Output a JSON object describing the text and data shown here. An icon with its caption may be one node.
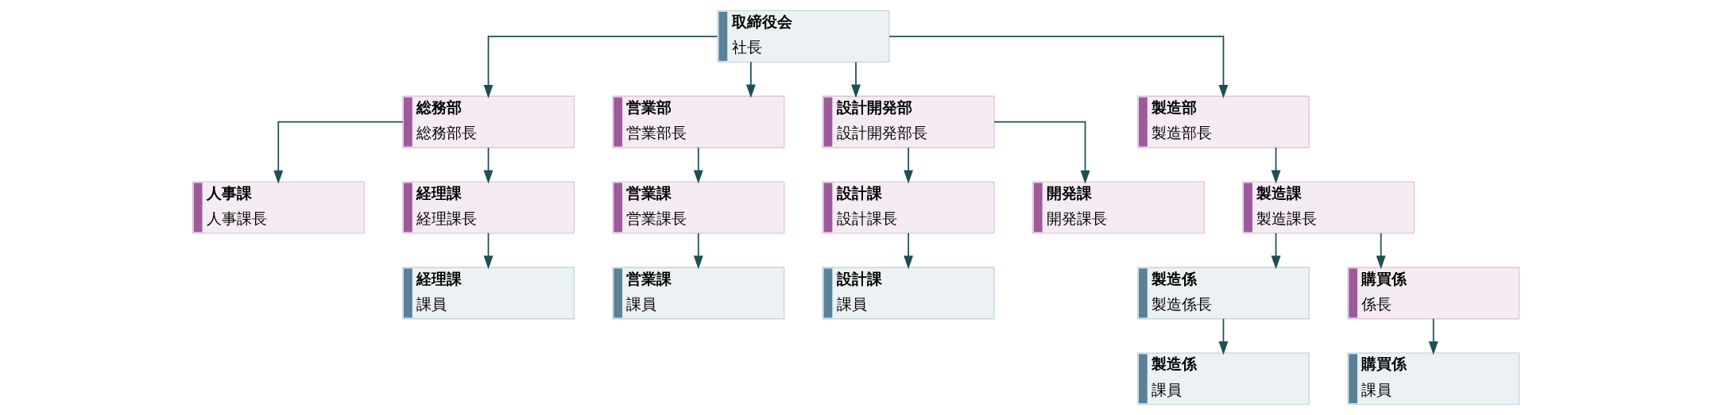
{
  "diagram": {
    "nodes": [
      {
        "text": [
          "取締役会",
          "社長"
        ]
      },
      {
        "text": [
          "総務部",
          "総務部長"
        ]
      },
      {
        "text": [
          "営業部",
          "営業部長"
        ]
      },
      {
        "text": [
          "設計開発部",
          "設計開発部長"
        ]
      },
      {
        "text": [
          "製造部",
          "製造部長"
        ]
      },
      {
        "text": [
          "人事課",
          "人事課長"
        ]
      },
      {
        "text": [
          "経理課",
          "経理課長"
        ]
      },
      {
        "text": [
          "経理課",
          "課員"
        ]
      },
      {
        "text": [
          "営業課",
          "営業課長"
        ]
      },
      {
        "text": [
          "営業課",
          "課員"
        ]
      },
      {
        "text": [
          "設計課",
          "設計課長"
        ]
      },
      {
        "text": [
          "設計課",
          "課員"
        ]
      },
      {
        "text": [
          "開発課",
          "開発課長"
        ]
      },
      {
        "text": [
          "製造課",
          "製造課長"
        ]
      },
      {
        "text": [
          "製造係",
          "製造係長"
        ]
      },
      {
        "text": [
          "購買係",
          "係長"
        ]
      },
      {
        "text": [
          "製造係",
          "課員"
        ]
      },
      {
        "text": [
          "購買係",
          "課員"
        ]
      }
    ],
    "edges": [
      {
        "from": 0,
        "to": 1,
        "arrow": "to"
      },
      {
        "from": 0,
        "to": 2,
        "arrow": "to"
      },
      {
        "from": 0,
        "to": 3,
        "arrow": "to"
      },
      {
        "from": 0,
        "to": 4,
        "arrow": "to"
      },
      {
        "from": 1,
        "to": 5,
        "arrow": "to"
      },
      {
        "from": 1,
        "to": 6,
        "arrow": "to"
      },
      {
        "from": 6,
        "to": 7,
        "arrow": "to"
      },
      {
        "from": 2,
        "to": 8,
        "arrow": "to"
      },
      {
        "from": 8,
        "to": 9,
        "arrow": "to"
      },
      {
        "from": 3,
        "to": 10,
        "arrow": "to"
      },
      {
        "from": 3,
        "to": 12,
        "arrow": "to"
      },
      {
        "from": 10,
        "to": 11,
        "arrow": "to"
      },
      {
        "from": 4,
        "to": 13,
        "arrow": "to"
      },
      {
        "from": 13,
        "to": 14,
        "arrow": "to"
      },
      {
        "from": 13,
        "to": 15,
        "arrow": "to"
      },
      {
        "from": 14,
        "to": 16,
        "arrow": "to"
      },
      {
        "from": 15,
        "to": 17,
        "arrow": "to"
      }
    ]
  }
}
